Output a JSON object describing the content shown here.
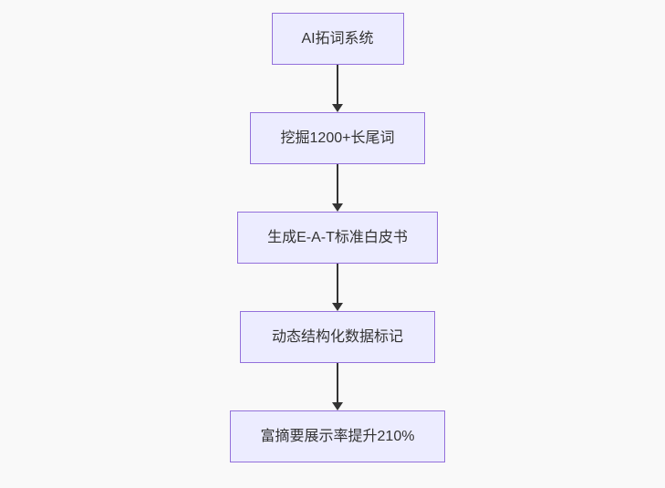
{
  "colors": {
    "page_background": "#f9f9f9",
    "node_fill": "#ECECFF",
    "node_border": "#9370DB",
    "node_text": "#333333",
    "arrow": "#333333"
  },
  "flowchart": {
    "direction": "top-down",
    "nodes": [
      {
        "label": "AI拓词系统"
      },
      {
        "label": "挖掘1200+长尾词"
      },
      {
        "label": "生成E-A-T标准白皮书"
      },
      {
        "label": "动态结构化数据标记"
      },
      {
        "label": "富摘要展示率提升210%"
      }
    ],
    "edges": [
      {
        "from": 0,
        "to": 1
      },
      {
        "from": 1,
        "to": 2
      },
      {
        "from": 2,
        "to": 3
      },
      {
        "from": 3,
        "to": 4
      }
    ]
  }
}
